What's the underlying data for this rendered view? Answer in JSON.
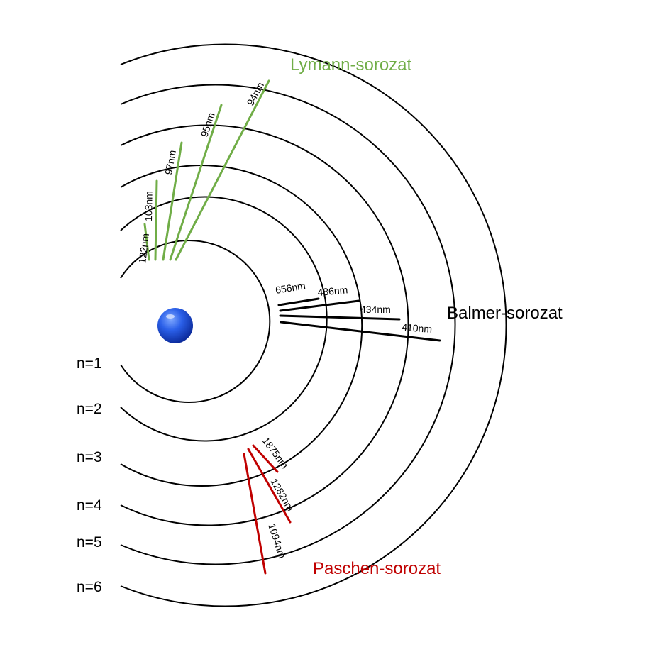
{
  "levels": [
    "n=1",
    "n=2",
    "n=3",
    "n=4",
    "n=5",
    "n=6"
  ],
  "series": {
    "lyman": {
      "name": "Lymann-sorozat",
      "color": "#70ad47",
      "lines": [
        "122nm",
        "103nm",
        "97nm",
        "95nm",
        "94nm"
      ]
    },
    "balmer": {
      "name": "Balmer-sorozat",
      "color": "#000000",
      "lines": [
        "656nm",
        "486nm",
        "434nm",
        "410nm"
      ]
    },
    "paschen": {
      "name": "Paschen-sorozat",
      "color": "#c00000",
      "lines": [
        "1875nm",
        "1282nm",
        "1094nm"
      ]
    }
  },
  "nucleus_color": "#1f4fd8",
  "orbit_color": "#000000"
}
